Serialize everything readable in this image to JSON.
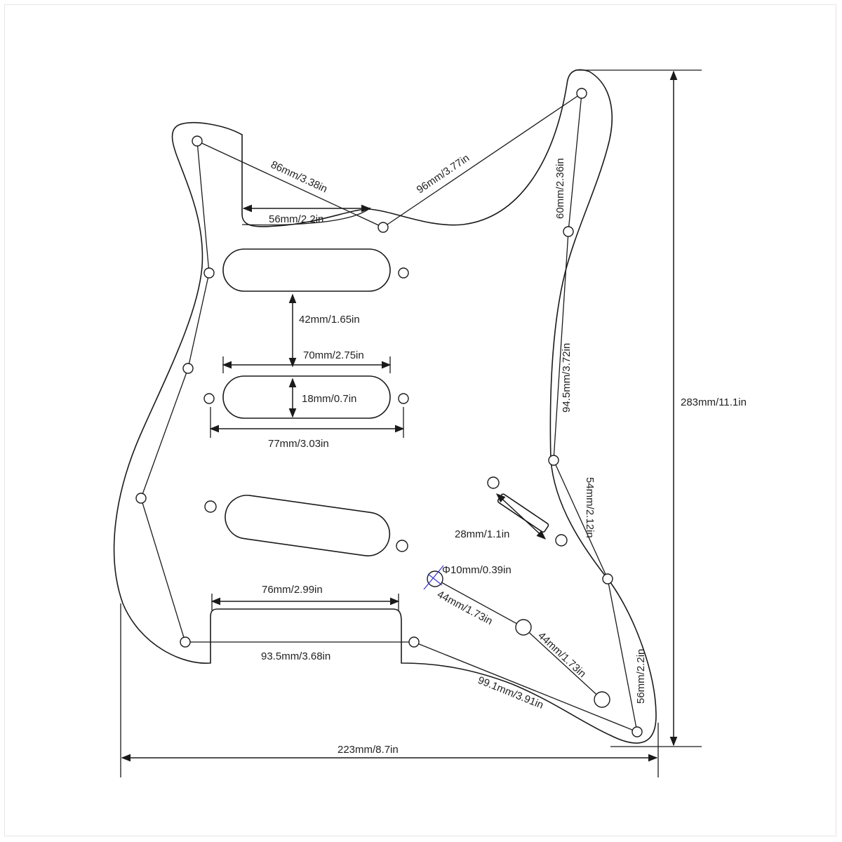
{
  "diagram": {
    "colors": {
      "ink": "#1a1a1a",
      "accent": "#3b3bd6",
      "background": "#ffffff"
    },
    "dimensions": {
      "d86": "86mm/3.38in",
      "d96": "96mm/3.77in",
      "d56top": "56mm/2.2in",
      "d60": "60mm/2.36in",
      "d42": "42mm/1.65in",
      "d70": "70mm/2.75in",
      "d18": "18mm/0.7in",
      "d77": "77mm/3.03in",
      "d94": "94.5mm/3.72in",
      "d283": "283mm/11.1in",
      "d54": "54mm/2.12in",
      "d28": "28mm/1.1in",
      "dphi": "Φ10mm/0.39in",
      "d76": "76mm/2.99in",
      "d44a": "44mm/1.73in",
      "d44b": "44mm/1.73in",
      "d93": "93.5mm/3.68in",
      "d99": "99.1mm/3.91in",
      "d56right": "56mm/2.2in",
      "d223": "223mm/8.7in"
    }
  }
}
